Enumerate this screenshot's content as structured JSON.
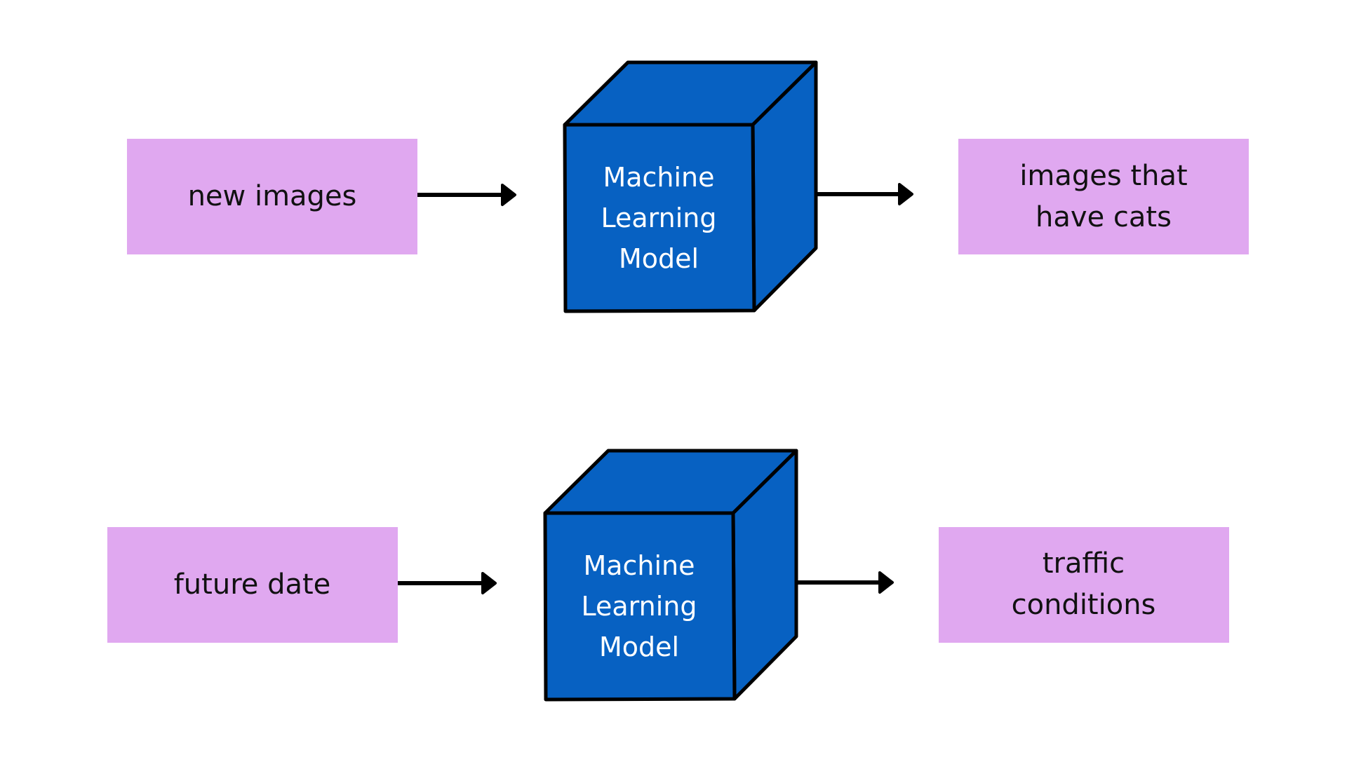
{
  "colors": {
    "box_fill": "#e0a8f0",
    "cube_fill": "#0761c2",
    "stroke": "#000000",
    "cube_text": "#ffffff",
    "box_text": "#111111"
  },
  "rows": [
    {
      "input": "new images",
      "model": [
        "Machine",
        "Learning",
        "Model"
      ],
      "output": [
        "images that",
        "have cats"
      ]
    },
    {
      "input": "future date",
      "model": [
        "Machine",
        "Learning",
        "Model"
      ],
      "output": [
        "traffic",
        "conditions"
      ]
    }
  ]
}
